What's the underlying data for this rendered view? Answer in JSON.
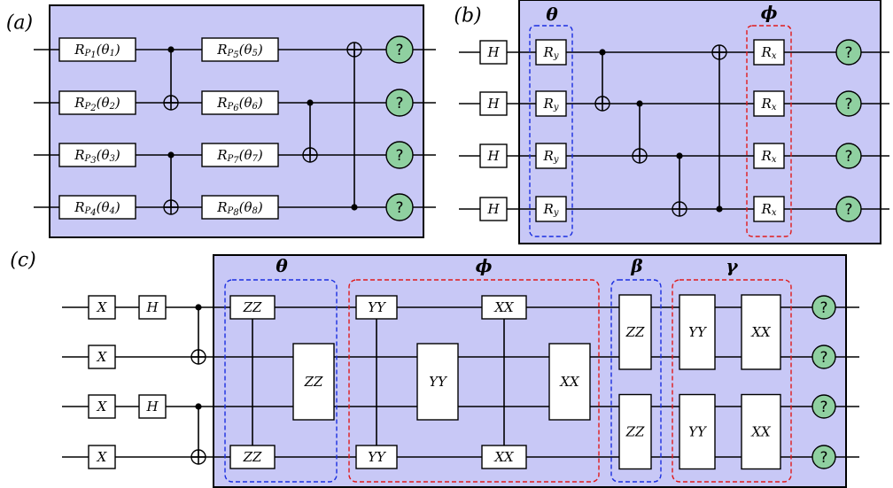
{
  "panels": {
    "a": {
      "label": "(a)",
      "gates_col1": [
        [
          "R",
          "P",
          "1",
          "θ",
          "1"
        ],
        [
          "R",
          "P",
          "2",
          "θ",
          "2"
        ],
        [
          "R",
          "P",
          "3",
          "θ",
          "3"
        ],
        [
          "R",
          "P",
          "4",
          "θ",
          "4"
        ]
      ],
      "gates_col2": [
        [
          "R",
          "P",
          "5",
          "θ",
          "5"
        ],
        [
          "R",
          "P",
          "6",
          "θ",
          "6"
        ],
        [
          "R",
          "P",
          "7",
          "θ",
          "7"
        ],
        [
          "R",
          "P",
          "8",
          "θ",
          "8"
        ]
      ],
      "measure_symbol": "?"
    },
    "b": {
      "label": "(b)",
      "hadamard": "H",
      "ry": [
        "R",
        "y"
      ],
      "rx": [
        "R",
        "x"
      ],
      "group_theta": "θ",
      "group_phi": "ϕ",
      "measure_symbol": "?"
    },
    "c": {
      "label": "(c)",
      "x_gate": "X",
      "h_gate": "H",
      "zz": "ZZ",
      "yy": "YY",
      "xx": "XX",
      "group_theta": "θ",
      "group_phi": "ϕ",
      "group_beta": "β",
      "group_gamma": "γ",
      "measure_symbol": "?"
    }
  },
  "colors": {
    "panel_fill": "#c8c8f6",
    "measure_fill": "#8fd0a0",
    "group_blue": "#1b2fe0",
    "group_red": "#e01b1b"
  }
}
